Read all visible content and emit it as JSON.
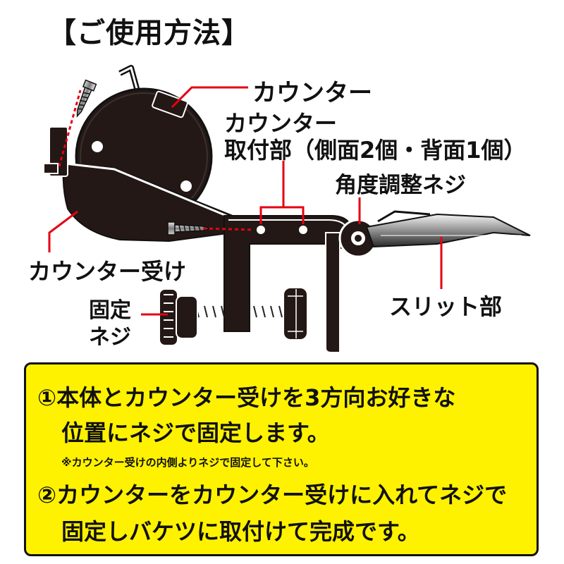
{
  "heading": "【ご使用方法】",
  "labels": {
    "counter": "カウンター",
    "mount_line1": "カウンター",
    "mount_line2": "取付部（側面2個・背面1個）",
    "angle_screw": "角度調整ネジ",
    "counter_receiver": "カウンター受け",
    "slit": "スリット部",
    "fix_screw_line1": "固定",
    "fix_screw_line2": "ネジ"
  },
  "instructions": {
    "step1_line1": "①本体とカウンター受けを3方向お好きな",
    "step1_line2": "位置にネジで固定します。",
    "note": "※カウンター受けの内側よりネジで固定して下さい。",
    "step2_line1": "②カウンターをカウンター受けに入れてネジで",
    "step2_line2": "固定しバケツに取付けて完成です。"
  },
  "colors": {
    "panel_background": "#fff200",
    "leader_line": "#e60012",
    "body": "#231815",
    "metal": "#cfcfcf"
  }
}
